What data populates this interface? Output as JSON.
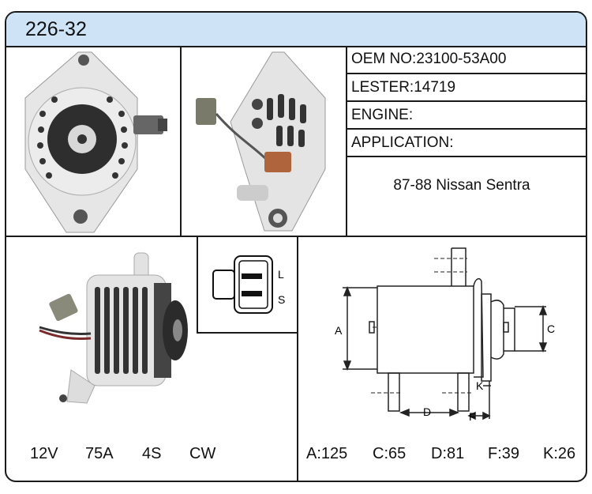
{
  "header": {
    "title": "226-32"
  },
  "specs": {
    "oem_label": "OEM NO:",
    "oem_value": "23100-53A00",
    "lester_label": "LESTER:",
    "lester_value": "14719",
    "engine_label": "ENGINE:",
    "engine_value": "",
    "application_label": "APPLICATION:",
    "application_value": "87-88 Nissan Sentra"
  },
  "connector": {
    "terminal_top": "L",
    "terminal_bottom": "S"
  },
  "electrical": {
    "voltage": "12V",
    "amperage": "75A",
    "groove": "4S",
    "rotation": "CW"
  },
  "dimension_labels": {
    "a": "A",
    "c": "C",
    "d": "D",
    "f": "F",
    "k": "K"
  },
  "dimensions": {
    "a": "A:125",
    "c": "C:65",
    "d": "D:81",
    "f": "F:39",
    "k": "K:26"
  },
  "colors": {
    "header_bg": "#cfe3f6",
    "border": "#1a1a1a",
    "photo_body": "#e4e4e4",
    "photo_dark": "#2b2b2b"
  }
}
